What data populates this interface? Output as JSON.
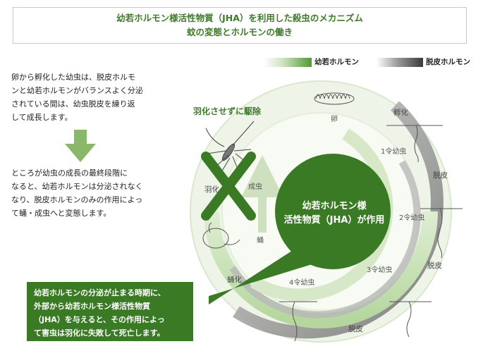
{
  "header": {
    "title_line1": "幼若ホルモン様活性物質（JHA）を利用した殺虫のメカニズム",
    "title_line2": "蚊の変態とホルモンの働き"
  },
  "legend": {
    "juvenile_hormone": "幼若ホルモン",
    "molting_hormone": "脱皮ホルモン"
  },
  "colors": {
    "accent_green": "#3f7a2a",
    "dark_green": "#2e6b1c",
    "ring_green_light": "#cfe3bd",
    "ring_gray": "#8c8c8c"
  },
  "text": {
    "paragraph1": "卵から孵化した幼虫は、脱皮ホルモ\nンと幼若ホルモンがバランスよく分泌\nされている間は、幼虫脱皮を繰り返\nして成長します。",
    "paragraph2": "ところが幼虫の成長の最終段階に\nなると、幼若ホルモンは分泌されなく\nなり、脱皮ホルモンのみの作用によっ\nて蛹・成虫へと変態します。",
    "note": "幼若ホルモンの分泌が止まる時期に、\n外部から幼若ホルモン様活性物質\n（JHA）を与えると、その作用によっ\nて害虫は羽化に失敗して死亡します。"
  },
  "diagram": {
    "center_line1": "幼若ホルモン様",
    "center_line2": "活性物質（JHA）が作用",
    "eliminate_label": "羽化させずに駆除",
    "stages": {
      "egg": "卵",
      "hatch": "孵化",
      "instar1": "1令幼虫",
      "molt1": "脱皮",
      "instar2": "2令幼虫",
      "molt2": "脱皮",
      "instar3": "3令幼虫",
      "molt3": "脱皮",
      "instar4": "4令幼虫",
      "pupation": "蛹化",
      "pupa": "蛹",
      "eclosion": "羽化",
      "adult": "成虫"
    }
  }
}
